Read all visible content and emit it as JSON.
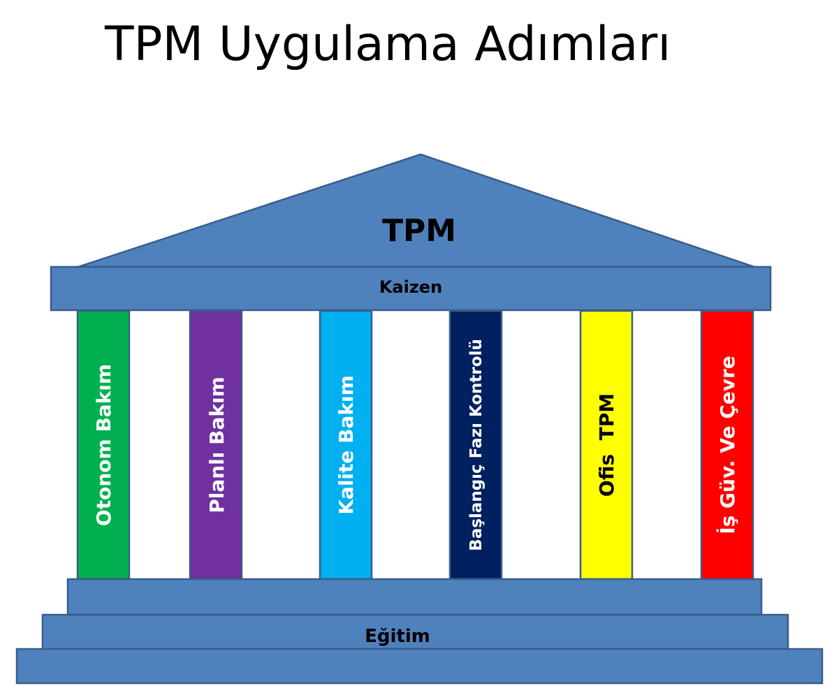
{
  "title": "TPM Uygulama Adımları",
  "roof_label": "TPM",
  "beam_label": "Kaizen",
  "base_label": "Eğitim",
  "colors": {
    "structure_fill": "#4f81bd",
    "structure_stroke": "#385d8a"
  },
  "pillars": [
    {
      "label": "Otonom Bakım",
      "fill": "#00b050",
      "text_color": "#ffffff"
    },
    {
      "label": "Planlı Bakım",
      "fill": "#7030a0",
      "text_color": "#ffffff"
    },
    {
      "label": "Kalite Bakım",
      "fill": "#00b0f0",
      "text_color": "#ffffff"
    },
    {
      "label": "Başlangıç Fazı Kontrolü",
      "fill": "#002060",
      "text_color": "#ffffff"
    },
    {
      "label": "Ofis  TPM",
      "fill": "#ffff00",
      "text_color": "#000000"
    },
    {
      "label": "İş Güv. Ve Çevre",
      "fill": "#ff0000",
      "text_color": "#ffffff"
    }
  ]
}
